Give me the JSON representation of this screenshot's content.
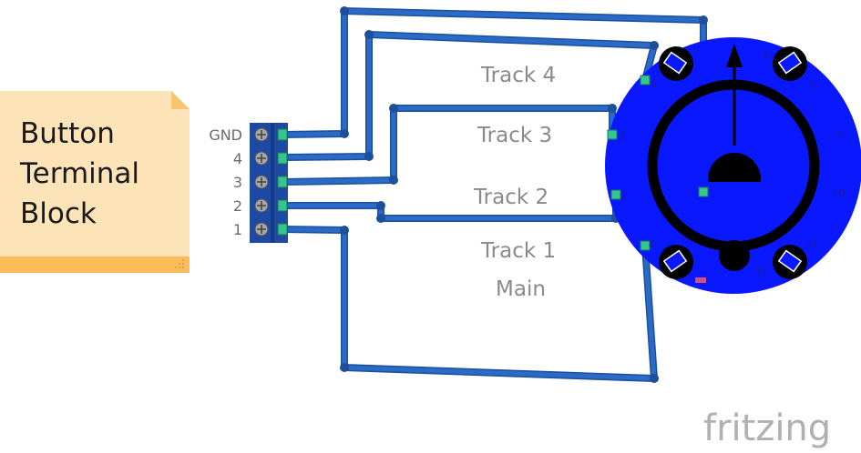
{
  "note": {
    "lines": [
      "Button",
      "Terminal",
      "Block"
    ],
    "colors": {
      "body": "#fde3b8",
      "band": "#fbbd5a",
      "fold": "#f7c56f"
    }
  },
  "terminal_block": {
    "pin_labels": [
      "GND",
      "4",
      "3",
      "2",
      "1"
    ],
    "colors": {
      "body": "#1f4aa3",
      "screw": "#a7a7a7",
      "pin": "#36c48f"
    }
  },
  "tracks": {
    "track4": "Track 4",
    "track3": "Track 3",
    "track2": "Track 2",
    "track1": "Track 1",
    "main": "Main"
  },
  "rotary_switch": {
    "position_numbers": [
      "1",
      "2",
      "3",
      "4",
      "5",
      "6",
      "7",
      "8",
      "9",
      "10",
      "11",
      "12"
    ],
    "colors": {
      "body": "#0a18ff",
      "ring": "#000000",
      "knob": "#000000",
      "marker": "#d05080"
    }
  },
  "wire": {
    "color": "#2a6ac8",
    "edge": "#1e4f9a"
  },
  "brand": "fritzing"
}
